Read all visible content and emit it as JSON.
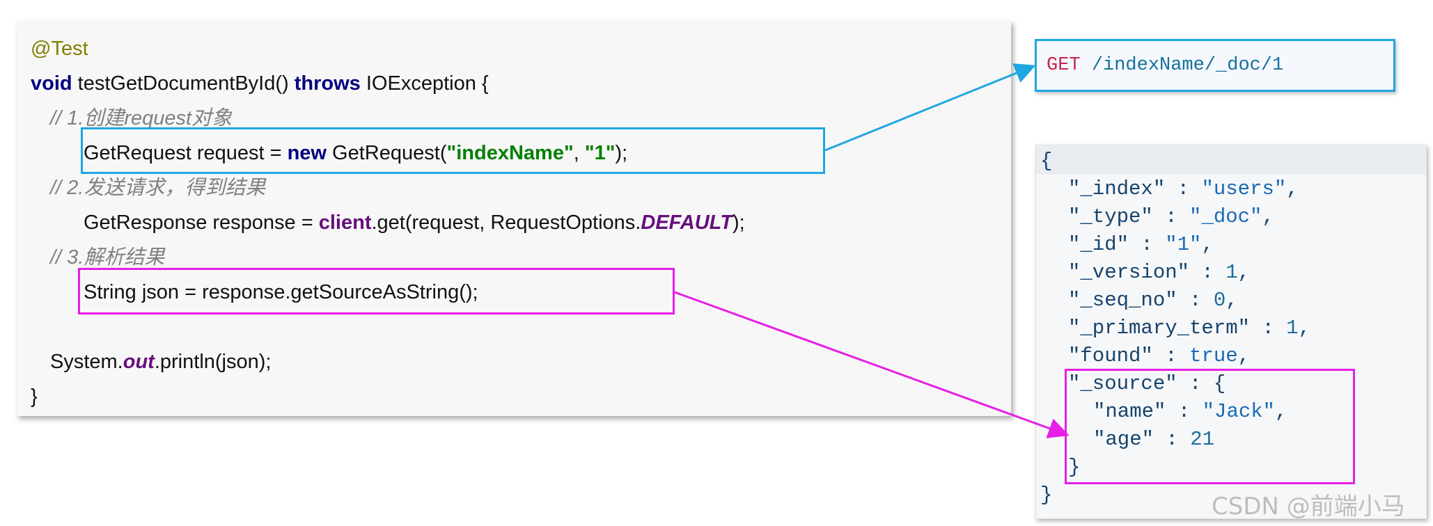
{
  "code": {
    "annotation": "@Test",
    "method_decl": {
      "kw_void": "void",
      "name": " testGetDocumentById() ",
      "kw_throws": "throws",
      "rest": " IOException {"
    },
    "comment1": "// 1.创建request对象",
    "line_request": {
      "a": "GetRequest request = ",
      "kw_new": "new",
      "b": " GetRequest(",
      "s1": "\"indexName\"",
      "c": ", ",
      "s2": "\"1\"",
      "d": ");"
    },
    "comment2": "// 2.发送请求，得到结果",
    "line_response": {
      "a": "GetResponse response = ",
      "client": "client",
      "b": ".get(request, RequestOptions.",
      "default": "DEFAULT",
      "c": ");"
    },
    "comment3": "// 3.解析结果",
    "line_json": "String json = response.getSourceAsString();",
    "line_print": {
      "a": "System.",
      "out": "out",
      "b": ".println(json);"
    },
    "closing_brace": "}"
  },
  "request": {
    "method": "GET",
    "path": "/indexName/_doc/1"
  },
  "response": {
    "open": "{",
    "fields": [
      {
        "key": "\"_index\"",
        "sep": " : ",
        "value": "\"users\"",
        "end": ","
      },
      {
        "key": "\"_type\"",
        "sep": " : ",
        "value": "\"_doc\"",
        "end": ","
      },
      {
        "key": "\"_id\"",
        "sep": " : ",
        "value": "\"1\"",
        "end": ","
      },
      {
        "key": "\"_version\"",
        "sep": " : ",
        "value": "1",
        "end": ","
      },
      {
        "key": "\"_seq_no\"",
        "sep": " : ",
        "value": "0",
        "end": ","
      },
      {
        "key": "\"_primary_term\"",
        "sep": " : ",
        "value": "1",
        "end": ","
      },
      {
        "key": "\"found\"",
        "sep": " : ",
        "value": "true",
        "end": ","
      }
    ],
    "source": {
      "key": "\"_source\"",
      "open": " : {",
      "fields": [
        {
          "key": "\"name\"",
          "sep": " : ",
          "value": "\"Jack\"",
          "end": ","
        },
        {
          "key": "\"age\"",
          "sep": " : ",
          "value": "21",
          "end": ""
        }
      ],
      "close": "}"
    },
    "close": "}"
  },
  "watermark": "CSDN @前端小马",
  "colors": {
    "request_highlight": "#1ea7e1",
    "source_highlight": "#e61ee6"
  }
}
